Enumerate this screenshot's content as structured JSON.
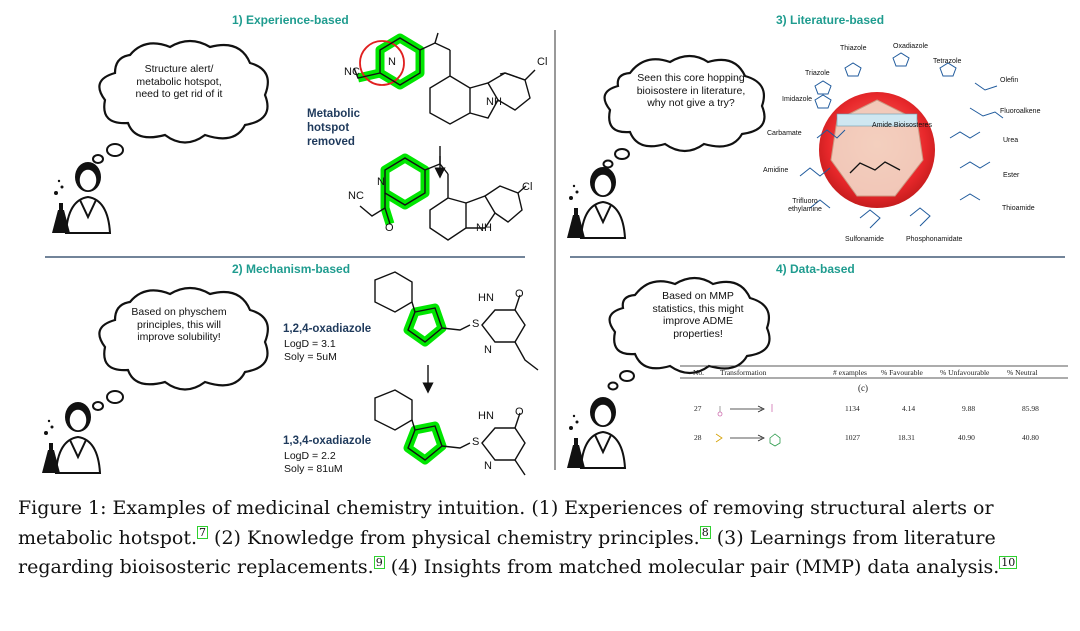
{
  "panels": {
    "p1": {
      "title": "1) Experience-based",
      "bubble": "Structure alert/ metabolic hotspot, need to get rid of it",
      "label": "Metabolic hotspot removed",
      "atoms": {
        "cn1": "NC",
        "n1": "N",
        "cl1": "Cl",
        "nh1": "NH",
        "n2": "N",
        "cn2": "NC",
        "o": "O",
        "cl2": "Cl",
        "nh2": "NH"
      }
    },
    "p2": {
      "title": "2) Mechanism-based",
      "bubble": "Based on physchem principles, this will improve solubility!",
      "mol1": {
        "name": "1,2,4-oxadiazole",
        "logd": "LogD = 3.1",
        "soly": "Soly = 5uM"
      },
      "mol2": {
        "name": "1,3,4-oxadiazole",
        "logd": "LogD = 2.2",
        "soly": "Soly = 81uM"
      },
      "atoms": {
        "hn": "HN",
        "o": "O",
        "s": "S",
        "n": "N"
      }
    },
    "p3": {
      "title": "3) Literature-based",
      "bubble": "Seen this core hopping bioisostere in literature, why not give a try?",
      "center": "Amide Bioisosteres",
      "items": [
        "Thiazole",
        "Oxadiazole",
        "Tetrazole",
        "Triazole",
        "Olefin",
        "Imidazole",
        "Fluoroalkene",
        "Carbamate",
        "Urea",
        "Amidine",
        "Ester",
        "Trifluoro ethylamine",
        "Thioamide",
        "Sulfonamide",
        "Phosphonamidate"
      ]
    },
    "p4": {
      "title": "4) Data-based",
      "bubble": "Based on MMP statistics, this might improve ADME properties!",
      "table": {
        "headers": [
          "No.",
          "Transformation",
          "# examples",
          "% Favourable",
          "% Unfavourable",
          "% Neutral"
        ],
        "subheader": "(c)",
        "rows": [
          [
            "27",
            "",
            "1134",
            "4.14",
            "9.88",
            "85.98"
          ],
          [
            "28",
            "",
            "1027",
            "18.31",
            "40.90",
            "40.80"
          ]
        ]
      }
    }
  },
  "caption": {
    "part1": "Figure 1: Examples of medicinal chemistry intuition. (1) Experiences of removing structural alerts or metabolic hotspot.",
    "ref7": "7",
    "part2": " (2) Knowledge from physical chemistry principles.",
    "ref8": "8",
    "part3": " (3) Learnings from literature regarding bioisosteric replacements.",
    "ref9": "9",
    "part4": " (4) Insights from matched molecular pair (MMP) data analysis.",
    "ref10": "10"
  },
  "colors": {
    "title": "#1f9c8f",
    "highlight": "#00e600",
    "label": "#1f3a5c",
    "divider": "#333333",
    "center_red": "#e8282b"
  },
  "icons": [
    "thought-bubble-icon",
    "scientist-icon",
    "flask-icon",
    "arrow-down-icon"
  ]
}
